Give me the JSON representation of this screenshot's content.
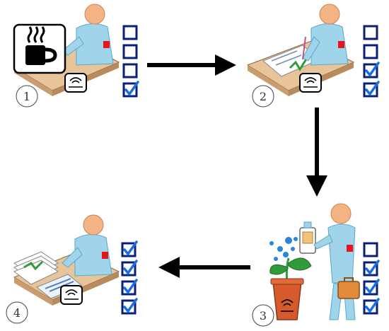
{
  "steps": [
    {
      "label": "1",
      "scene": "desk-break",
      "checkboxes_checked": [
        false,
        false,
        false,
        true
      ]
    },
    {
      "label": "2",
      "scene": "desk-writing",
      "checkboxes_checked": [
        false,
        false,
        true,
        true
      ]
    },
    {
      "label": "3",
      "scene": "field-watering",
      "checkboxes_checked": [
        false,
        true,
        true,
        true
      ]
    },
    {
      "label": "4",
      "scene": "desk-analysis",
      "checkboxes_checked": [
        true,
        true,
        true,
        true
      ]
    }
  ],
  "flow": [
    "1",
    "2",
    "3",
    "4"
  ],
  "icons": {
    "coffee": "coffee-cup-icon",
    "sensor": "wireless-sensor-icon",
    "plant": "potted-plant-icon",
    "watering": "water-splash-icon",
    "device": "handheld-device-icon",
    "briefcase": "briefcase-icon",
    "checkbox": "checkbox-icon"
  },
  "colors": {
    "person": "#9fd4ea",
    "person_dark": "#5aa8c9",
    "skin": "#f3b383",
    "badge": "#e8141b",
    "desk": "#e7c49a",
    "desk_dark": "#b98a5c",
    "checkbox": "#0b1f7a",
    "check": "#1a6fe0",
    "arrow": "#000000",
    "pot": "#d65a2c",
    "leaf": "#2f9b3a",
    "water": "#2a86d6"
  }
}
